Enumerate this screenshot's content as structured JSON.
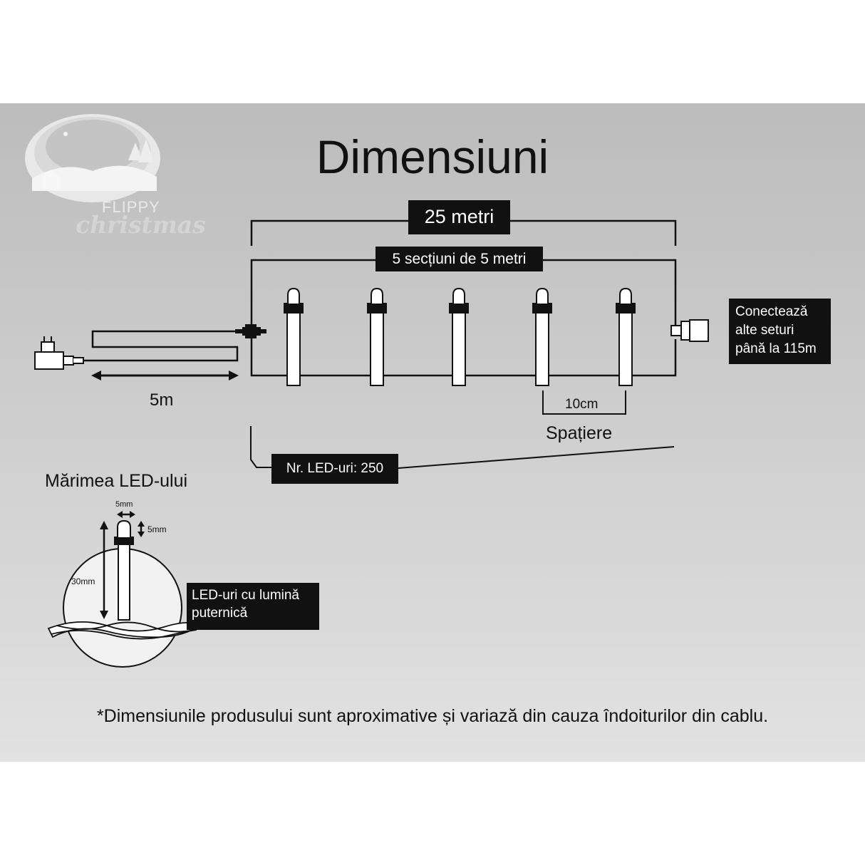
{
  "title": "Dimensiuni",
  "brand": {
    "line1": "FLIPPY",
    "line2": "christmas"
  },
  "labels": {
    "total_length": "25 metri",
    "sections": "5 secțiuni de 5 metri",
    "connect": [
      "Conectează",
      "alte seturi",
      "până la 115m"
    ],
    "lead_cable": "5m",
    "spacing_value": "10cm",
    "spacing": "Spațiere",
    "led_count": "Nr. LED-uri: 250",
    "led_size_title": "Mărimea LED-ului",
    "led_width": "5mm",
    "led_tip": "5mm",
    "led_length": "30mm",
    "bright": [
      "LED-uri cu lumină",
      "puternică"
    ]
  },
  "footnote": "*Dimensiunile produsului sunt aproximative și variază din cauza îndoiturilor din cablu.",
  "colors": {
    "panel": "#c8c8c8",
    "label_bg": "#111111",
    "label_fg": "#ffffff",
    "line": "#111111",
    "led_fill": "#ffffff"
  },
  "icons": [
    "power-adapter-icon",
    "plug-connector-icon",
    "end-connector-icon",
    "led-bulb-icon",
    "cable-icon",
    "brand-logo-icon"
  ]
}
